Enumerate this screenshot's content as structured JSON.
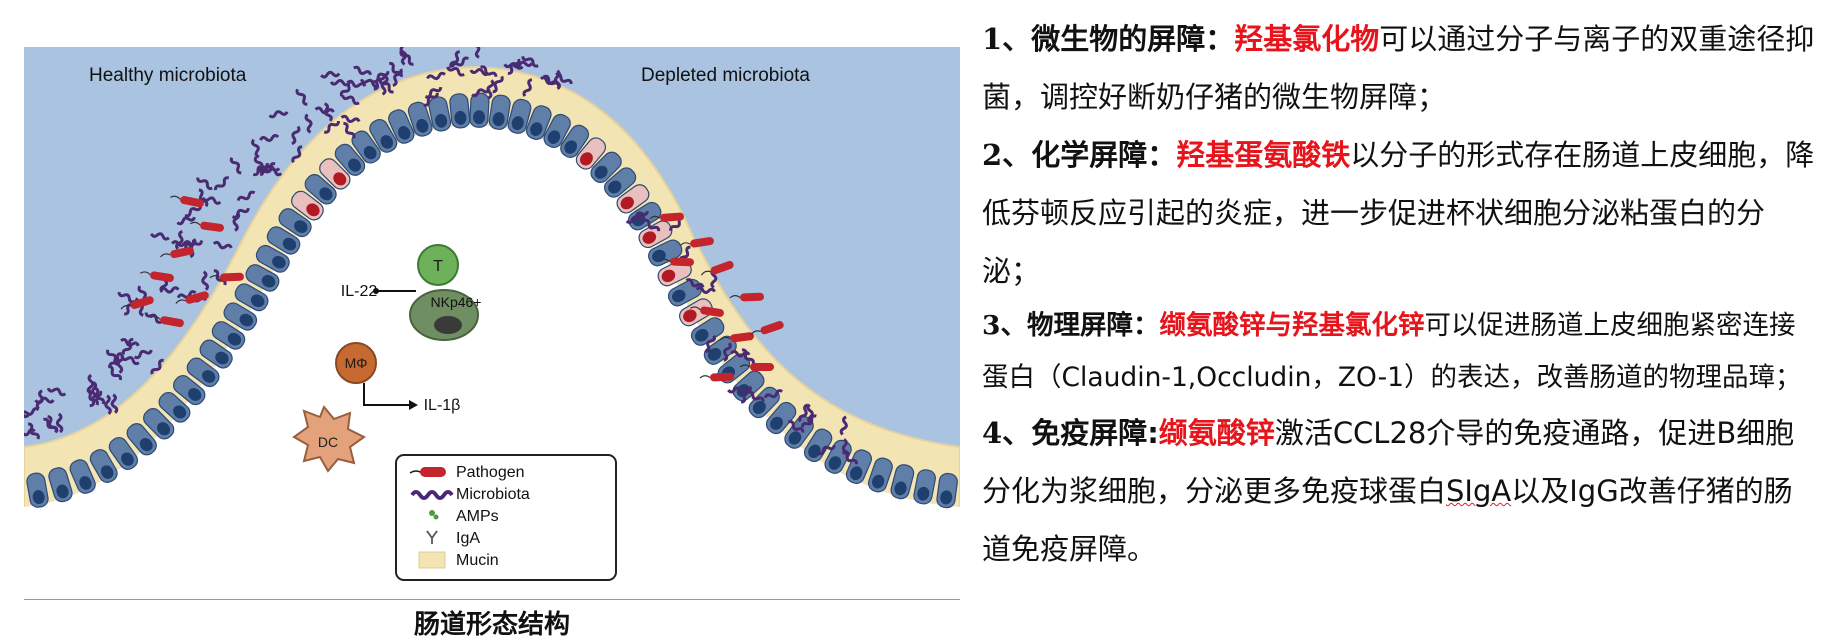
{
  "figure": {
    "left_label": "Healthy microbiota",
    "right_label": "Depleted microbiota",
    "cells": {
      "t_cell": "T",
      "nk_label": "NKp46+",
      "il22": "IL-22",
      "macrophage": "MΦ",
      "il1b": "IL-1β",
      "dc": "DC"
    },
    "legend": {
      "items": [
        {
          "label": "Pathogen"
        },
        {
          "label": "Microbiota"
        },
        {
          "label": "AMPs"
        },
        {
          "label": "IgA"
        },
        {
          "label": "Mucin"
        }
      ]
    },
    "colors": {
      "background": "#a9c3e1",
      "mucin": "#f3e4b4",
      "cell": "#5f7fa9",
      "nucleus": "#1f3f6f",
      "pathogen": "#c4242b",
      "microbiota": "#4a2a70",
      "goblet": "#e9c0bd"
    }
  },
  "caption": "肠道形态结构",
  "paragraphs": [
    {
      "num": "1、",
      "head": "微生物的屏障：",
      "red": "羟基氯化物",
      "rest_a": "可以通过分子与离子的双重途径抑菌，调控好断奶仔猪的微生物屏障；"
    },
    {
      "num": "2、",
      "head": "化学屏障：",
      "red": "羟基蛋氨酸铁",
      "rest_a": "以分子的形式存在肠道上皮细胞，降低芬顿反应引起的炎症，进一步促进杯状细胞分泌粘蛋白的分泌；"
    },
    {
      "num": "3、",
      "head": "物理屏障：",
      "red": "缬氨酸锌与羟基氯化锌",
      "rest_a": "可以促进肠道上皮细胞紧密连接蛋白（Claudin-1,Occludin，ZO-1）的表达，改善肠道的物理品璋；"
    },
    {
      "num": "4、",
      "head": "免疫屏障:",
      "red": "缬氨酸锌",
      "rest_a": "激活CCL28介导的免疫通路，促进B细胞分化为浆细胞，分泌更多免疫球蛋白",
      "wavy": "SIgA",
      "rest_b": "以及IgG改善仔猪的肠道免疫屏障。"
    }
  ]
}
